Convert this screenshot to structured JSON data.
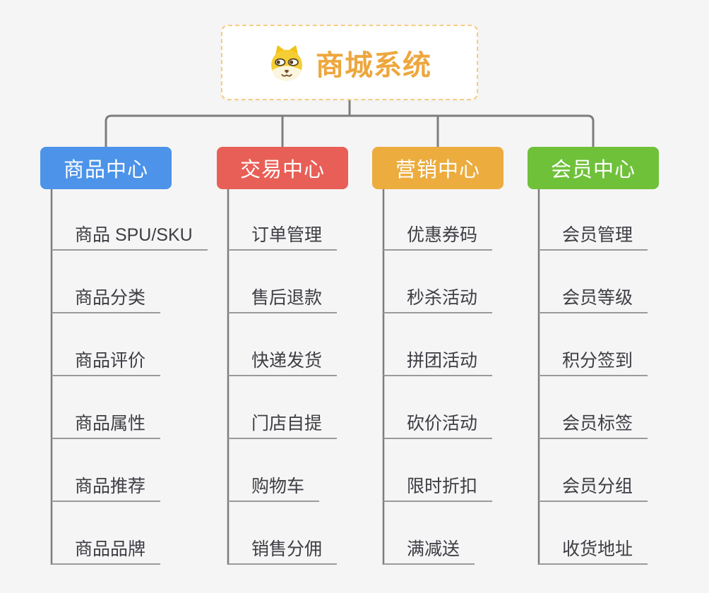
{
  "root": {
    "title": "商城系统",
    "icon": "dog-face-icon"
  },
  "colors": {
    "product_center": "#4c93e9",
    "trade_center": "#e85f57",
    "marketing_center": "#ecac3e",
    "member_center": "#6fc13a",
    "root_text": "#eda73e",
    "root_border": "#f6cc85",
    "connector_line": "#7d7d7d",
    "leaf_underline": "#9a9a9a",
    "leaf_text": "#3d3d44",
    "canvas_background": "#f5f5f5"
  },
  "branches": [
    {
      "label": "商品中心",
      "color": "#4c93e9",
      "children": [
        "商品 SPU/SKU",
        "商品分类",
        "商品评价",
        "商品属性",
        "商品推荐",
        "商品品牌"
      ]
    },
    {
      "label": "交易中心",
      "color": "#e85f57",
      "children": [
        "订单管理",
        "售后退款",
        "快递发货",
        "门店自提",
        "购物车",
        "销售分佣"
      ]
    },
    {
      "label": "营销中心",
      "color": "#ecac3e",
      "children": [
        "优惠券码",
        "秒杀活动",
        "拼团活动",
        "砍价活动",
        "限时折扣",
        "满减送"
      ]
    },
    {
      "label": "会员中心",
      "color": "#6fc13a",
      "children": [
        "会员管理",
        "会员等级",
        "积分签到",
        "会员标签",
        "会员分组",
        "收货地址"
      ]
    }
  ]
}
